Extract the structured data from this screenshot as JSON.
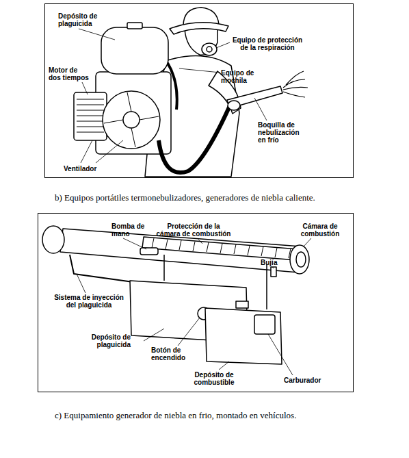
{
  "diagram": {
    "nodes": [
      {
        "text": [
          "Depósito de plaguicida",
          "Equipo de protección de la respiración",
          "Motor de dos tiempos",
          "Equipo de mochila",
          "Boquilla de nebulización en frío",
          "Ventilador"
        ]
      },
      {
        "text": [
          "Bomba de mano",
          "Protección de la cámara de combustión",
          "Cámara de combustión",
          "Bujía",
          "Sistema de inyección del plaguicida",
          "Depósito de plaguicida",
          "Botón de encendido",
          "Depósito de combustible",
          "Carburador"
        ]
      }
    ],
    "labels": [
      "b) Equipos portátiles termonebulizadores, generadores de niebla caliente.",
      "c) Equipamiento generador de niebla en frio, montado en vehículos."
    ]
  }
}
